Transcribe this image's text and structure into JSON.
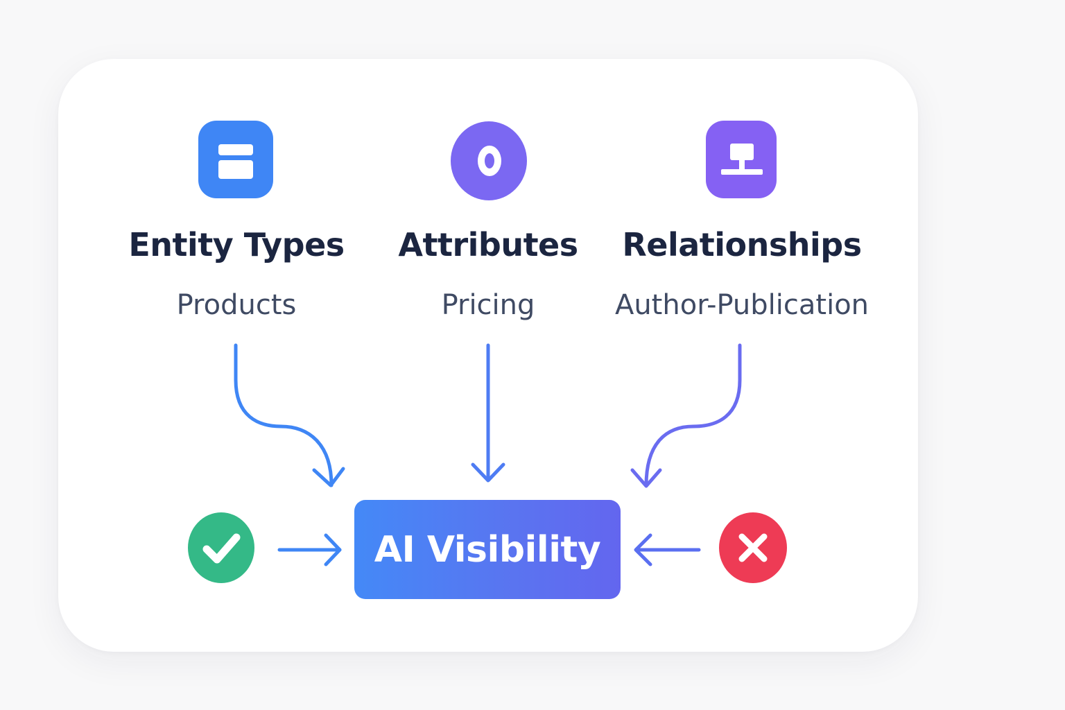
{
  "diagram": {
    "columns": [
      {
        "id": "entity-types",
        "title": "Entity Types",
        "example": "Products",
        "icon": "layout-window-icon",
        "color": "#3f86f5"
      },
      {
        "id": "attributes",
        "title": "Attributes",
        "example": "Pricing",
        "icon": "ring-icon",
        "color": "#7b68f2"
      },
      {
        "id": "relationships",
        "title": "Relationships",
        "example": "Author-Publication",
        "icon": "network-node-icon",
        "color": "#8561f3"
      }
    ],
    "target": {
      "label": "AI Visibility"
    },
    "signals": [
      {
        "id": "positive",
        "icon": "check-icon",
        "color": "#34b987"
      },
      {
        "id": "negative",
        "icon": "x-icon",
        "color": "#ee3b55"
      }
    ]
  }
}
